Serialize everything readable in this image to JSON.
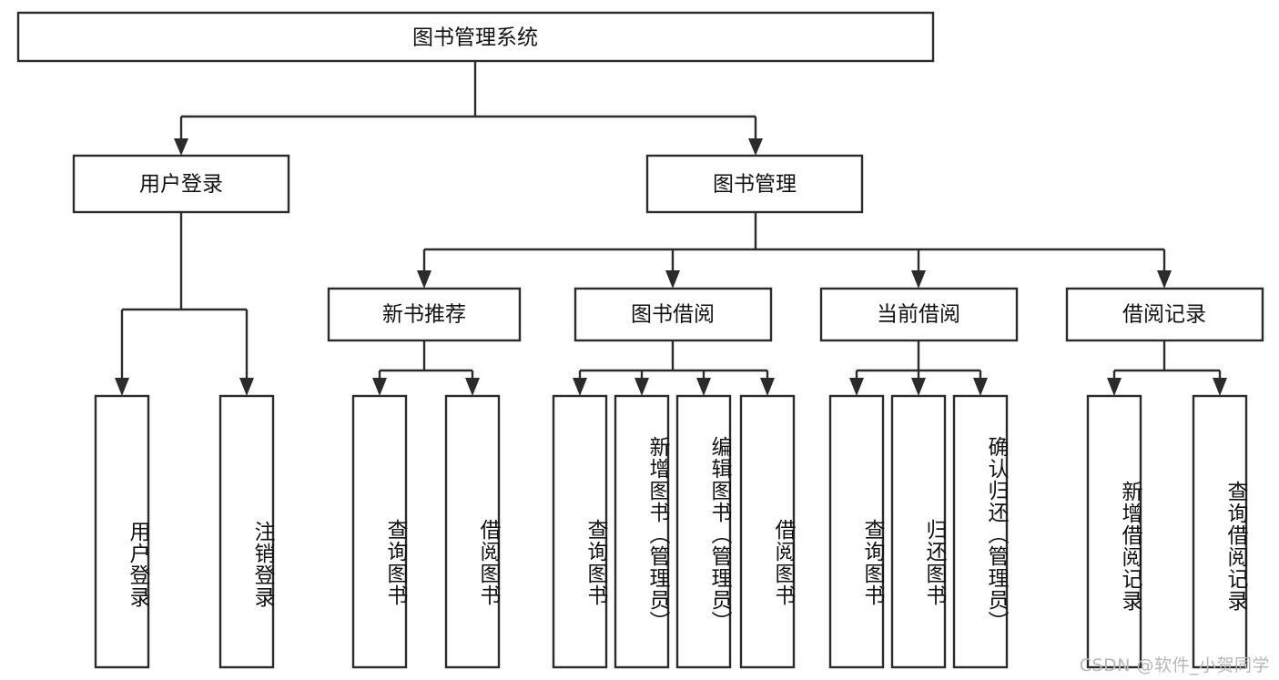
{
  "diagram": {
    "type": "tree-hierarchy-chart",
    "orientation": "top-down",
    "title": "图书管理系统",
    "watermark": "CSDN @软件_小贺同学",
    "colors": {
      "box_border": "#2b2b2b",
      "box_fill": "#ffffff",
      "connector": "#2b2b2b",
      "text": "#111111",
      "background": "#ffffff",
      "watermark": "#b7b7b7"
    },
    "root": {
      "label": "图书管理系统"
    },
    "level2": [
      {
        "label": "用户登录"
      },
      {
        "label": "图书管理"
      }
    ],
    "level3": [
      {
        "label": "新书推荐"
      },
      {
        "label": "图书借阅"
      },
      {
        "label": "当前借阅"
      },
      {
        "label": "借阅记录"
      }
    ],
    "leaves": {
      "user_login": [
        {
          "label": "用户登录"
        },
        {
          "label": "注销登录"
        }
      ],
      "new_book_recommend": [
        {
          "label": "查询图书"
        },
        {
          "label": "借阅图书"
        }
      ],
      "book_borrow": [
        {
          "label": "查询图书"
        },
        {
          "label": "新增图书（管理员）"
        },
        {
          "label": "编辑图书（管理员）"
        },
        {
          "label": "借阅图书"
        }
      ],
      "current_borrow": [
        {
          "label": "查询图书"
        },
        {
          "label": "归还图书"
        },
        {
          "label": "确认归还（管理员）"
        }
      ],
      "borrow_records": [
        {
          "label": "新增借阅记录"
        },
        {
          "label": "查询借阅记录"
        }
      ]
    }
  }
}
